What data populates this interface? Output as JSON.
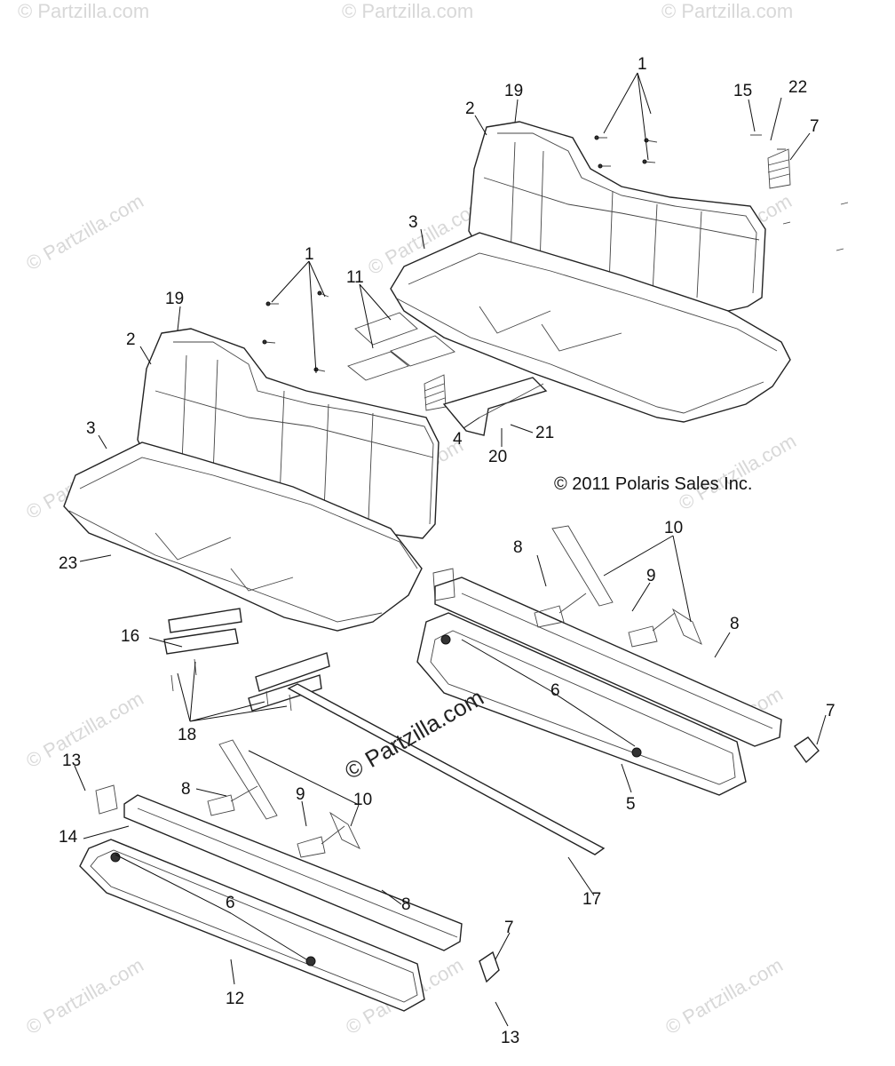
{
  "copyright": "© 2011 Polaris Sales Inc.",
  "center_watermark": "© Partzilla.com",
  "watermarks": [
    "© Partzilla.com"
  ],
  "callouts": {
    "c1a": "1",
    "c19a": "19",
    "c2a": "2",
    "c15": "15",
    "c22": "22",
    "c7a": "7",
    "c3a": "3",
    "c11": "11",
    "c1b": "1",
    "c19b": "19",
    "c2b": "2",
    "c3b": "3",
    "c4": "4",
    "c21": "21",
    "c20": "20",
    "c23": "23",
    "c10a": "10",
    "c8a": "8",
    "c9a": "9",
    "c8b": "8",
    "c16": "16",
    "c6a": "6",
    "c7b": "7",
    "c18": "18",
    "c13a": "13",
    "c8c": "8",
    "c9b": "9",
    "c10b": "10",
    "c5": "5",
    "c14": "14",
    "c8d": "8",
    "c6b": "6",
    "c17": "17",
    "c7c": "7",
    "c12": "12",
    "c13b": "13"
  }
}
